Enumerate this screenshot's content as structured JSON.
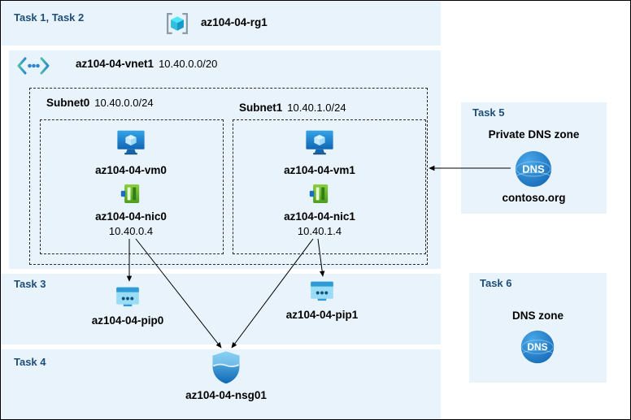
{
  "colors": {
    "band_background": "#e8f3fb",
    "task_label": "#1f4e79",
    "arrow": "#000000",
    "dashed_border": "#2b2b2b"
  },
  "icons": {
    "resource_group": "resource-group-icon",
    "virtual_network": "virtual-network-icon",
    "virtual_machine": "vm-icon",
    "network_interface": "nic-icon",
    "public_ip": "public-ip-icon",
    "nsg": "shield-icon",
    "dns": "dns-globe-icon"
  },
  "header": {
    "task_label": "Task 1, Task 2",
    "resource_group_name": "az104-04-rg1"
  },
  "vnet": {
    "name": "az104-04-vnet1",
    "cidr": "10.40.0.0/20"
  },
  "subnets": [
    {
      "name": "Subnet0",
      "cidr": "10.40.0.0/24",
      "vm_name": "az104-04-vm0",
      "nic_name": "az104-04-nic0",
      "nic_ip": "10.40.0.4"
    },
    {
      "name": "Subnet1",
      "cidr": "10.40.1.0/24",
      "vm_name": "az104-04-vm1",
      "nic_name": "az104-04-nic1",
      "nic_ip": "10.40.1.4"
    }
  ],
  "task3": {
    "label": "Task 3",
    "pip0_name": "az104-04-pip0",
    "pip1_name": "az104-04-pip1"
  },
  "task4": {
    "label": "Task 4",
    "nsg_name": "az104-04-nsg01"
  },
  "task5": {
    "label": "Task 5",
    "title": "Private DNS zone",
    "zone_name": "contoso.org",
    "dns_icon_label": "DNS"
  },
  "task6": {
    "label": "Task 6",
    "title": "DNS zone",
    "dns_icon_label": "DNS"
  }
}
